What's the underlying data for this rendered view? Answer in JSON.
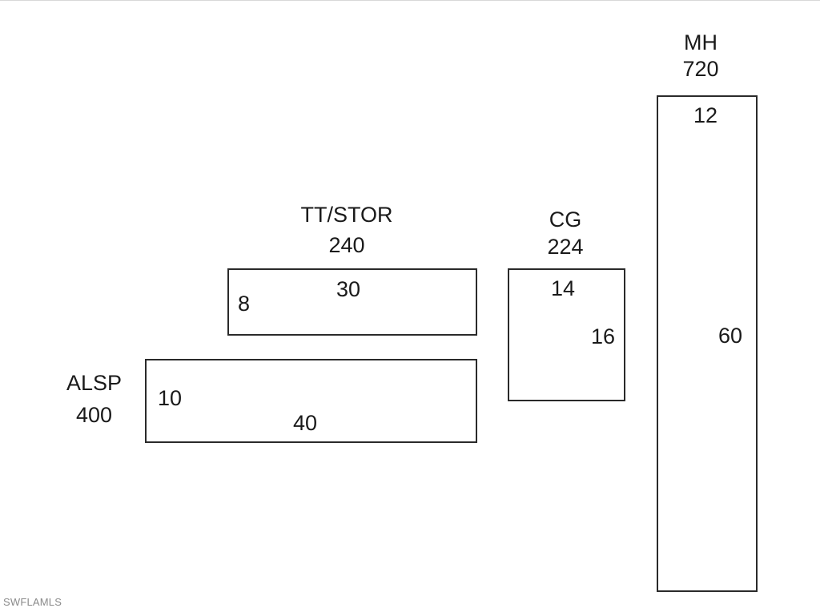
{
  "rooms": {
    "mh": {
      "name": "MH",
      "area": "720",
      "top_dim": "12",
      "side_dim": "60"
    },
    "ttstor": {
      "name": "TT/STOR",
      "area": "240",
      "top_dim": "30",
      "side_dim": "8"
    },
    "cg": {
      "name": "CG",
      "area": "224",
      "top_dim": "14",
      "side_dim": "16"
    },
    "alsp": {
      "name": "ALSP",
      "area": "400",
      "top_dim": "40",
      "side_dim": "10"
    }
  },
  "watermark": "SWFLAMLS"
}
